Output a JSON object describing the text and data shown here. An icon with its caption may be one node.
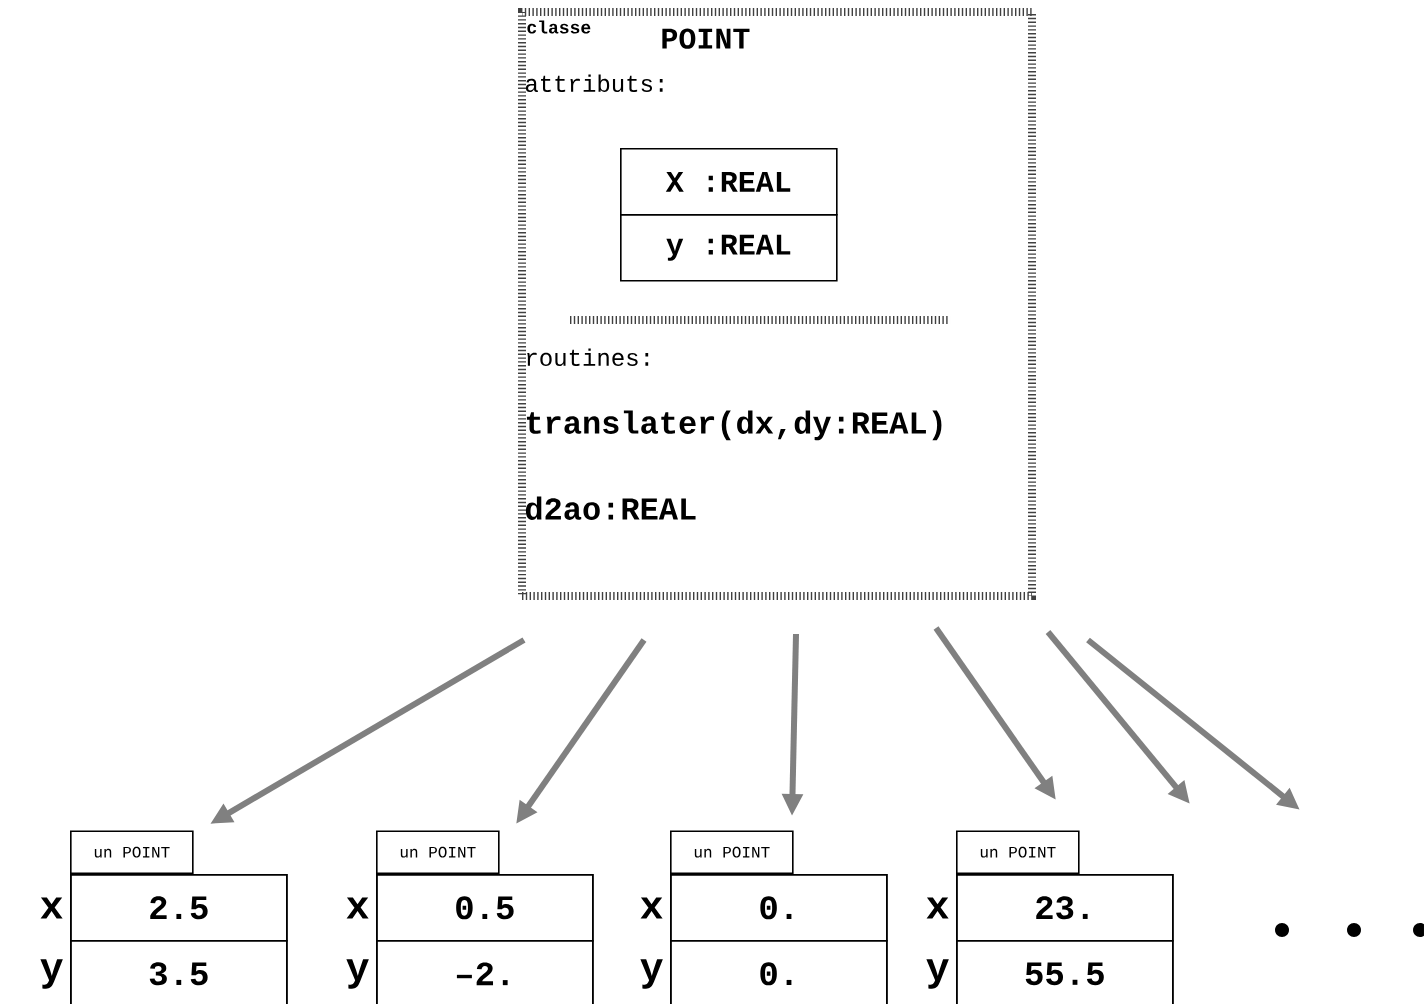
{
  "diagram": {
    "nodes": [
      {
        "text": [
          "classe",
          "POINT",
          "attributs:",
          "routines:",
          "translater(dx,dy:REAL)",
          "d2ao:REAL"
        ]
      },
      {
        "text": [
          "X :REAL"
        ],
        "in": 0
      },
      {
        "text": [
          "y :REAL"
        ],
        "in": 0
      },
      {
        "text": [
          "un POINT"
        ]
      },
      {
        "text": [
          "2.5"
        ],
        "in": 3,
        "beside": [
          "x"
        ]
      },
      {
        "text": [
          "3.5"
        ],
        "in": 3,
        "beside": [
          "y"
        ]
      },
      {
        "text": [
          "un POINT"
        ]
      },
      {
        "text": [
          "0.5"
        ],
        "in": 6,
        "beside": [
          "x"
        ]
      },
      {
        "text": [
          "–2."
        ],
        "in": 6,
        "beside": [
          "y"
        ]
      },
      {
        "text": [
          "un POINT"
        ]
      },
      {
        "text": [
          "0."
        ],
        "in": 9,
        "beside": [
          "x"
        ]
      },
      {
        "text": [
          "0."
        ],
        "in": 9,
        "beside": [
          "y"
        ]
      },
      {
        "text": [
          "un POINT"
        ]
      },
      {
        "text": [
          "23."
        ],
        "in": 12,
        "beside": [
          "x"
        ]
      },
      {
        "text": [
          "55.5"
        ],
        "in": 12,
        "beside": [
          "y"
        ]
      }
    ],
    "edges": [
      {
        "from": 0,
        "to": 3,
        "arrow": "to"
      },
      {
        "from": 0,
        "to": 6,
        "arrow": "to"
      },
      {
        "from": 0,
        "to": 9,
        "arrow": "to"
      },
      {
        "from": 0,
        "to": 12,
        "arrow": "to"
      },
      {
        "from": 0,
        "to": null,
        "arrow": "to"
      },
      {
        "from": 0,
        "to": null,
        "arrow": "to"
      }
    ]
  }
}
